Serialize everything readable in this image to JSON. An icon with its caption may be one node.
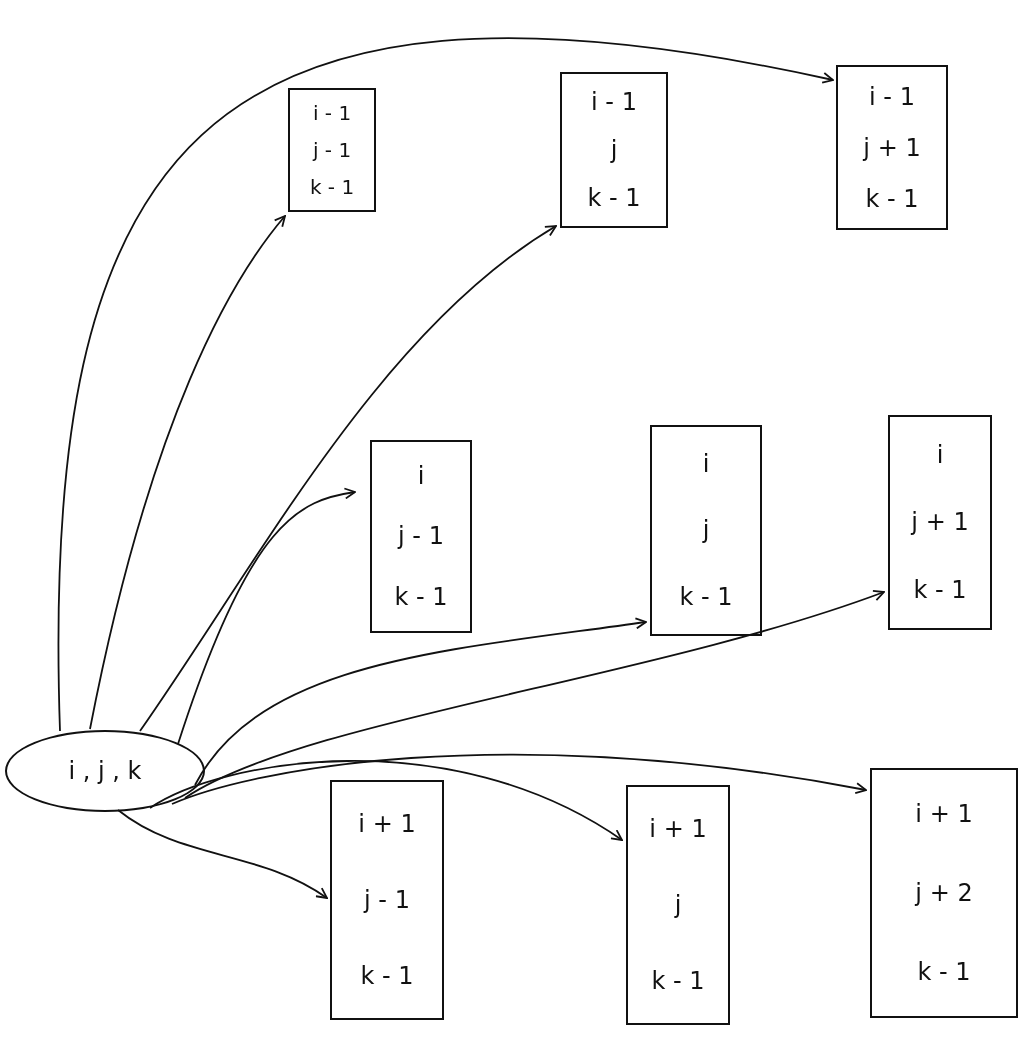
{
  "diagram": {
    "nodes": [
      {
        "text": [
          "i , j , k"
        ]
      },
      {
        "text": [
          "i - 1",
          "j - 1",
          "k - 1"
        ]
      },
      {
        "text": [
          "i - 1",
          "j",
          "k - 1"
        ]
      },
      {
        "text": [
          "i - 1",
          "j + 1",
          "k - 1"
        ]
      },
      {
        "text": [
          "i",
          "j - 1",
          "k - 1"
        ]
      },
      {
        "text": [
          "i",
          "j",
          "k - 1"
        ]
      },
      {
        "text": [
          "i",
          "j + 1",
          "k - 1"
        ]
      },
      {
        "text": [
          "i + 1",
          "j - 1",
          "k - 1"
        ]
      },
      {
        "text": [
          "i + 1",
          "j",
          "k - 1"
        ]
      },
      {
        "text": [
          "i + 1",
          "j + 2",
          "k - 1"
        ]
      }
    ],
    "edges": [
      {
        "from": 0,
        "to": 1,
        "arrow": "to"
      },
      {
        "from": 0,
        "to": 2,
        "arrow": "to"
      },
      {
        "from": 0,
        "to": 3,
        "arrow": "to"
      },
      {
        "from": 0,
        "to": 4,
        "arrow": "to"
      },
      {
        "from": 0,
        "to": 5,
        "arrow": "to"
      },
      {
        "from": 0,
        "to": 6,
        "arrow": "to"
      },
      {
        "from": 0,
        "to": 7,
        "arrow": "to"
      },
      {
        "from": 0,
        "to": 8,
        "arrow": "to"
      },
      {
        "from": 0,
        "to": 9,
        "arrow": "to"
      }
    ]
  }
}
